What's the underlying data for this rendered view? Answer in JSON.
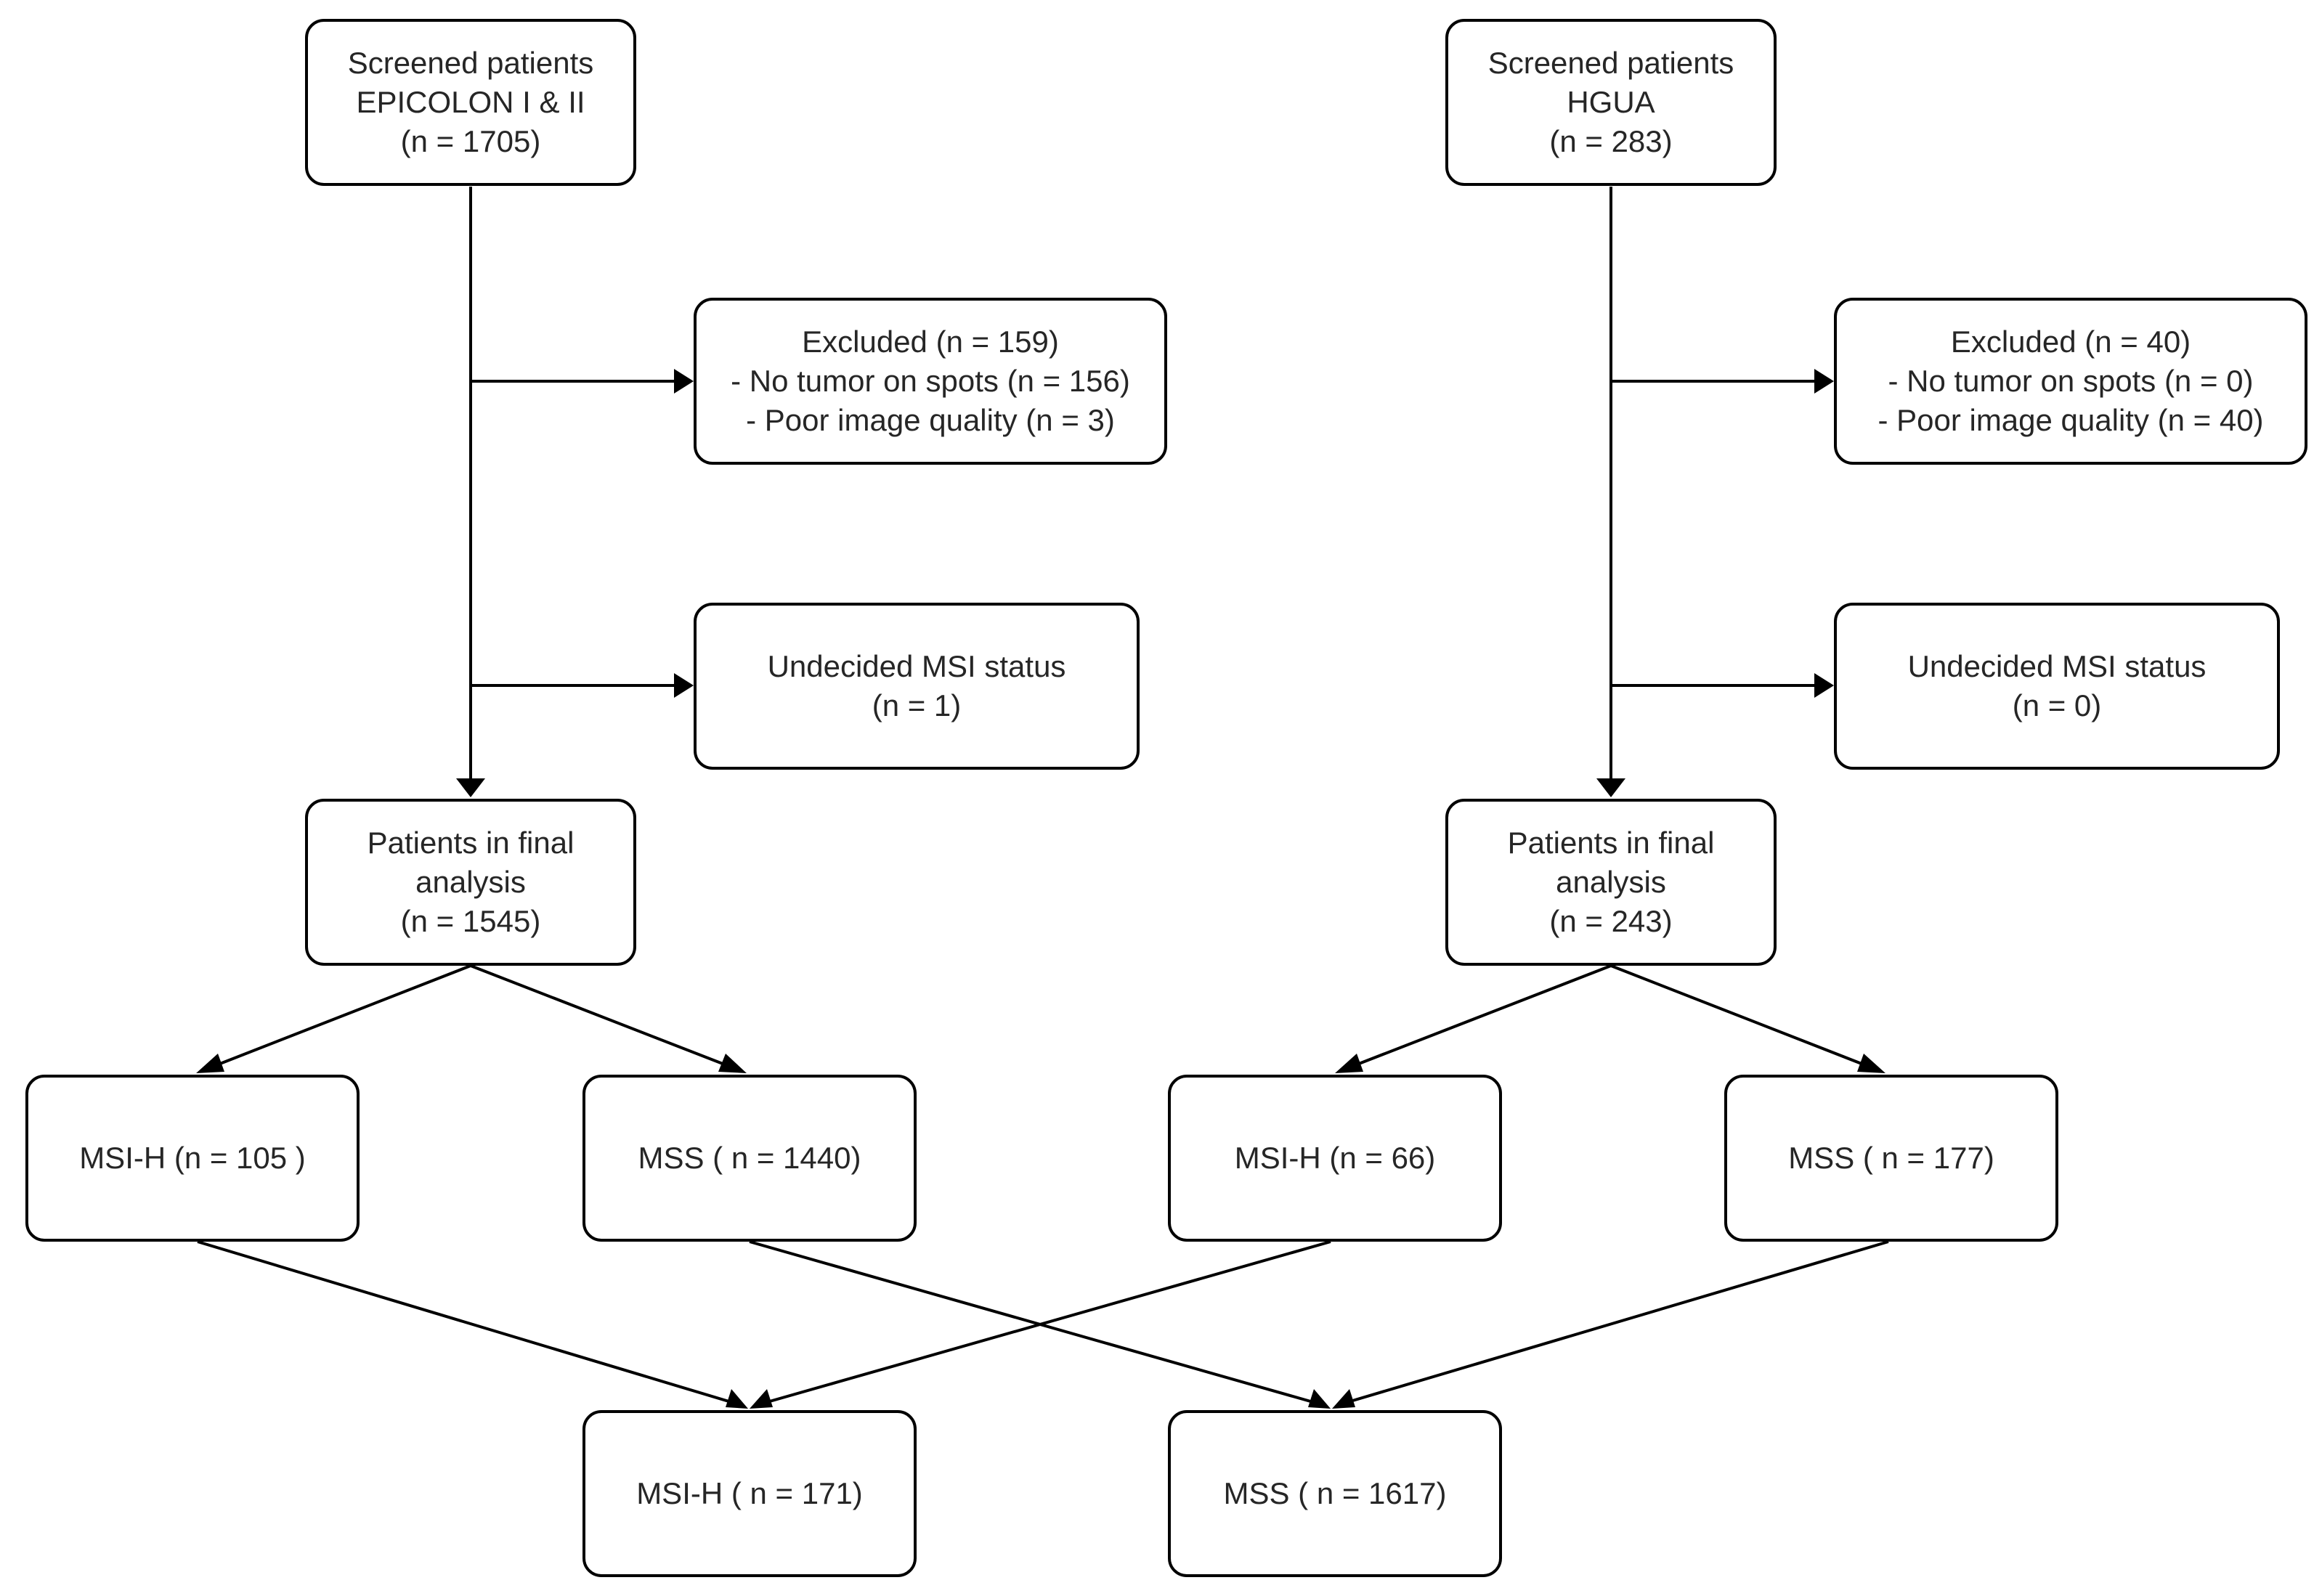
{
  "colors": {
    "line": "#000000",
    "box_border": "#000000",
    "box_fill": "#ffffff",
    "text": "#262626",
    "background": "#ffffff"
  },
  "left": {
    "screened": [
      "Screened patients",
      "EPICOLON I & II",
      "(n = 1705)"
    ],
    "excluded": [
      "Excluded (n = 159)",
      "- No tumor on spots (n = 156)",
      "- Poor image quality (n = 3)"
    ],
    "undecided": [
      "Undecided MSI status",
      "(n = 1)"
    ],
    "final": [
      "Patients in final",
      "analysis",
      "(n = 1545)"
    ],
    "msih": "MSI-H (n = 105 )",
    "mss": "MSS ( n = 1440)"
  },
  "right": {
    "screened": [
      "Screened patients",
      "HGUA",
      "(n = 283)"
    ],
    "excluded": [
      "Excluded (n = 40)",
      "- No tumor on spots (n = 0)",
      "- Poor image quality (n = 40)"
    ],
    "undecided": [
      "Undecided MSI status",
      "(n = 0)"
    ],
    "final": [
      "Patients in final",
      "analysis",
      "(n = 243)"
    ],
    "msih": "MSI-H (n = 66)",
    "mss": "MSS ( n = 177)"
  },
  "combined": {
    "msih": "MSI-H ( n = 171)",
    "mss": "MSS ( n = 1617)"
  }
}
